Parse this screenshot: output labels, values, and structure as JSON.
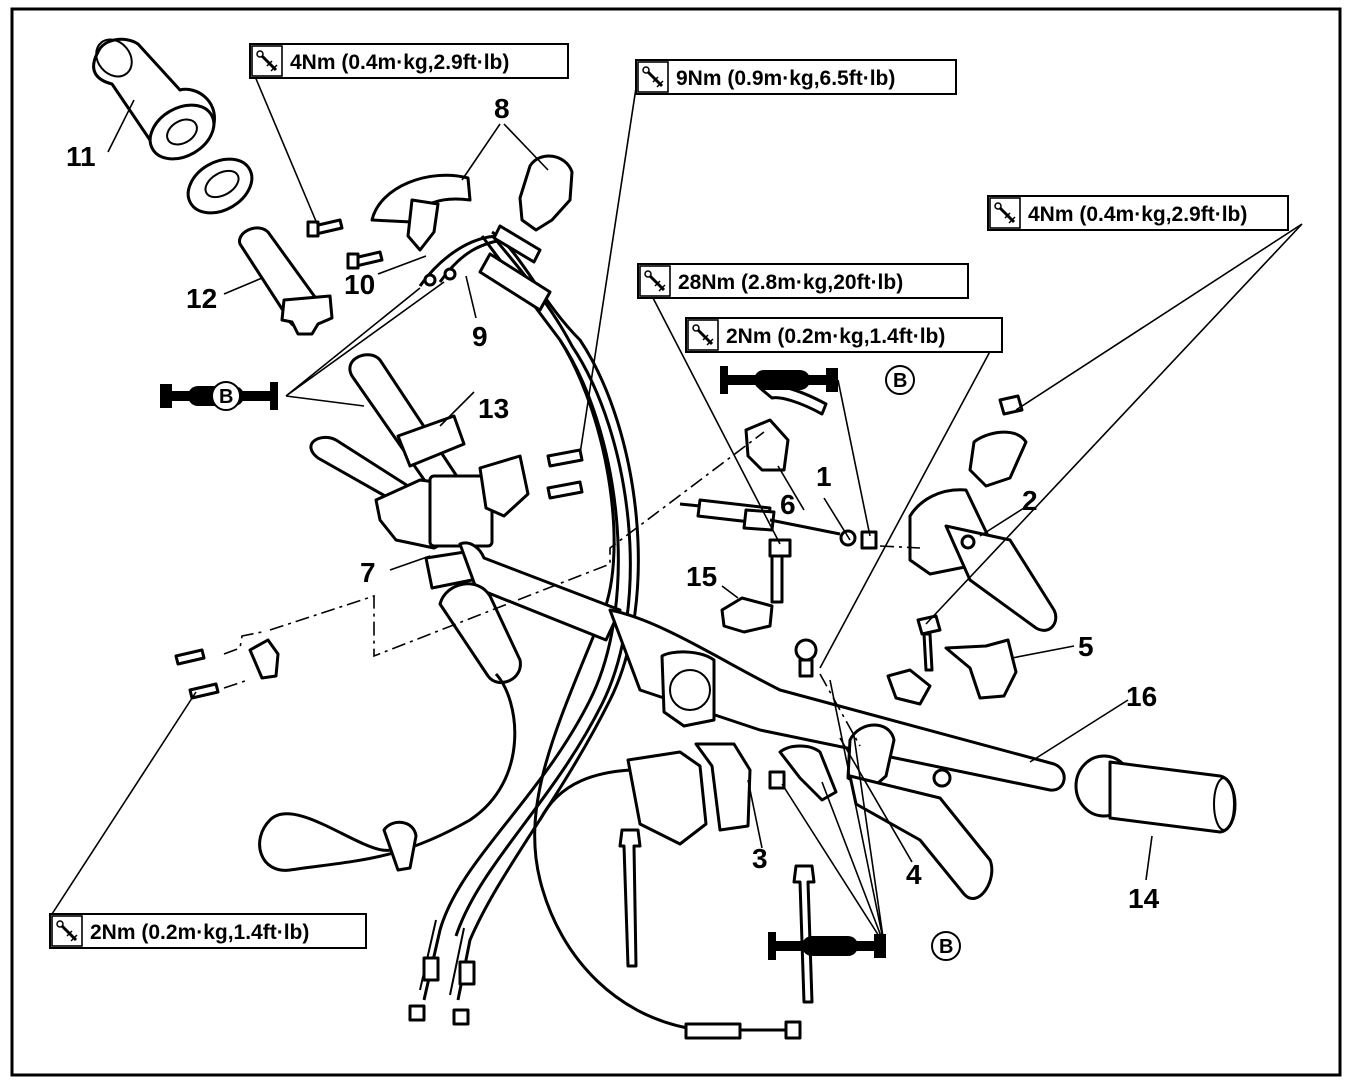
{
  "torque_specs": [
    {
      "id": "t1",
      "text": "4Nm (0.4m·kg,2.9ft·lb)"
    },
    {
      "id": "t2",
      "text": "9Nm (0.9m·kg,6.5ft·lb)"
    },
    {
      "id": "t3",
      "text": "4Nm (0.4m·kg,2.9ft·lb)"
    },
    {
      "id": "t4",
      "text": "28Nm (2.8m·kg,20ft·lb)"
    },
    {
      "id": "t5",
      "text": "2Nm (0.2m·kg,1.4ft·lb)"
    },
    {
      "id": "t6",
      "text": "2Nm (0.2m·kg,1.4ft·lb)"
    }
  ],
  "part_numbers": [
    "1",
    "2",
    "3",
    "4",
    "5",
    "6",
    "7",
    "8",
    "9",
    "10",
    "11",
    "12",
    "13",
    "14",
    "15",
    "16"
  ],
  "lubricant_symbol": "B",
  "colors": {
    "ink": "#000000",
    "paper": "#ffffff"
  },
  "icons": [
    "torque-wrench-icon",
    "grease-gun-icon"
  ]
}
